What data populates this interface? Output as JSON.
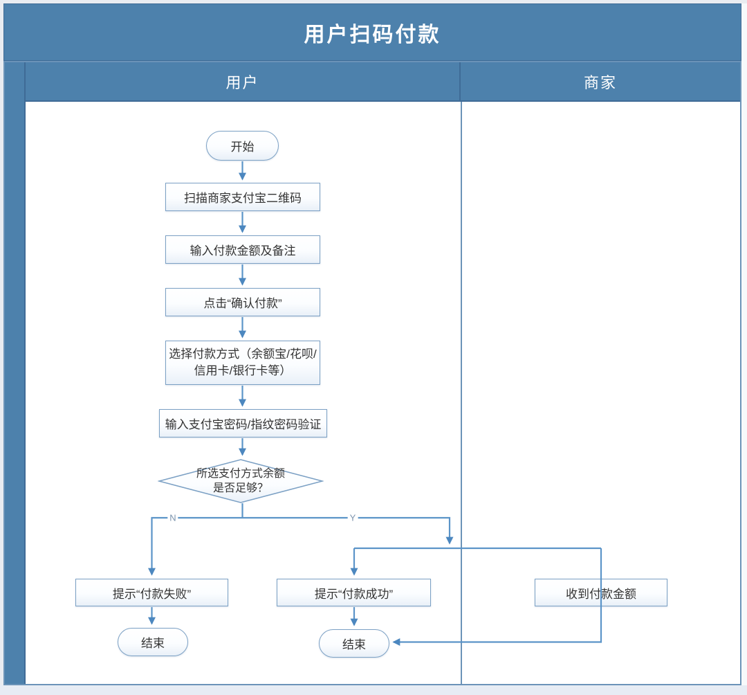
{
  "diagram_title": "用户扫码付款",
  "lanes": {
    "user": "用户",
    "merchant": "商家"
  },
  "nodes": {
    "start": {
      "label": "开始"
    },
    "scan": {
      "label": "扫描商家支付宝二维码"
    },
    "amount": {
      "label": "输入付款金额及备注"
    },
    "confirm": {
      "label": "点击“确认付款”"
    },
    "method": {
      "lines": [
        "选择付款方式（余额宝/花呗/",
        "信用卡/银行卡等）"
      ]
    },
    "password": {
      "label": "输入支付宝密码/指纹密码验证"
    },
    "balance_check": {
      "lines": [
        "所选支付方式余额",
        "是否足够？"
      ]
    },
    "fail": {
      "label": "提示“付款失败”"
    },
    "success": {
      "label": "提示“付款成功”"
    },
    "receive": {
      "label": "收到付款金额"
    },
    "end_fail": {
      "label": "结束"
    },
    "end_success": {
      "label": "结束"
    }
  },
  "edge_labels": {
    "no": "N",
    "yes": "Y"
  },
  "colors": {
    "header_blue": "#4d81ac",
    "header_border": "#3f6b96",
    "connector_blue": "#5b94c8",
    "arrowhead_blue": "#4c87bf",
    "shape_border": "#7ba0c4",
    "shape_text": "#333333",
    "edge_label_gray": "#7b93ad"
  }
}
